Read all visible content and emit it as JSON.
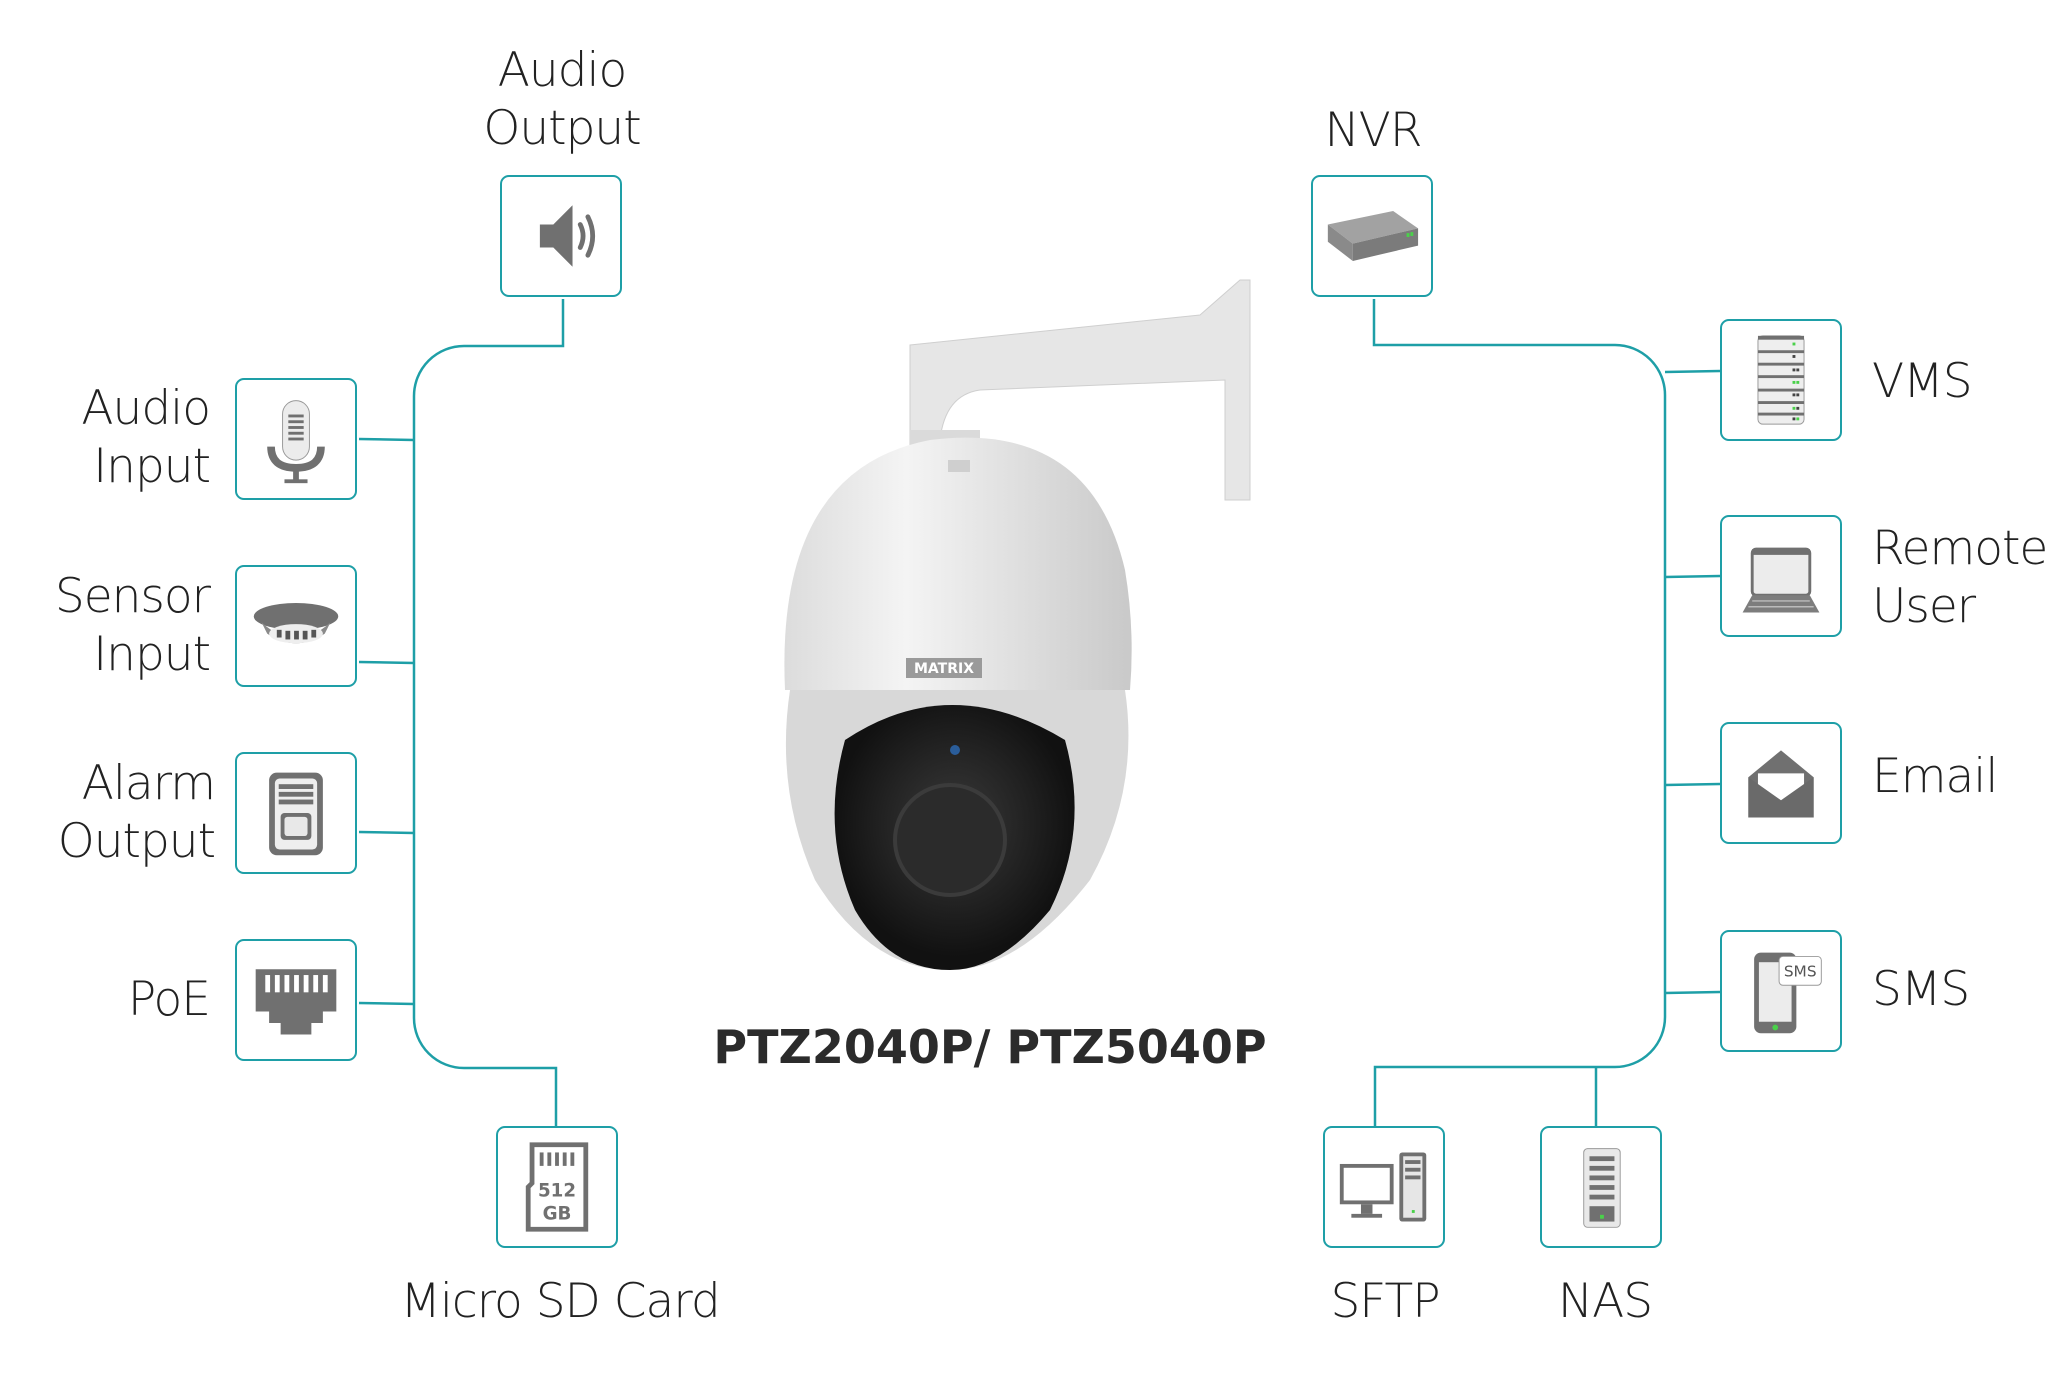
{
  "title": "PTZ2040P/ PTZ5040P",
  "brand_logo_text": "MATRIX",
  "accent_color": "#1e9fa7",
  "nodes": {
    "audio_output": {
      "line1": "Audio",
      "line2": "Output",
      "icon": "speaker-icon"
    },
    "audio_input": {
      "line1": "Audio",
      "line2": "Input",
      "icon": "microphone-icon"
    },
    "sensor_input": {
      "line1": "Sensor",
      "line2": "Input",
      "icon": "smoke-sensor-icon"
    },
    "alarm_output": {
      "line1": "Alarm",
      "line2": "Output",
      "icon": "alarm-device-icon"
    },
    "poe": {
      "label": "PoE",
      "icon": "ethernet-port-icon"
    },
    "micro_sd": {
      "label": "Micro SD Card",
      "icon": "sd-card-icon",
      "card_text_1": "512",
      "card_text_2": "GB"
    },
    "nvr": {
      "label": "NVR",
      "icon": "nvr-device-icon"
    },
    "vms": {
      "label": "VMS",
      "icon": "server-rack-icon"
    },
    "remote_user": {
      "line1": "Remote",
      "line2": "User",
      "icon": "laptop-icon"
    },
    "email": {
      "label": "Email",
      "icon": "envelope-icon"
    },
    "sms": {
      "label": "SMS",
      "icon": "phone-sms-icon",
      "bubble_text": "SMS"
    },
    "sftp": {
      "label": "SFTP",
      "icon": "desktop-computer-icon"
    },
    "nas": {
      "label": "NAS",
      "icon": "nas-storage-icon"
    }
  }
}
